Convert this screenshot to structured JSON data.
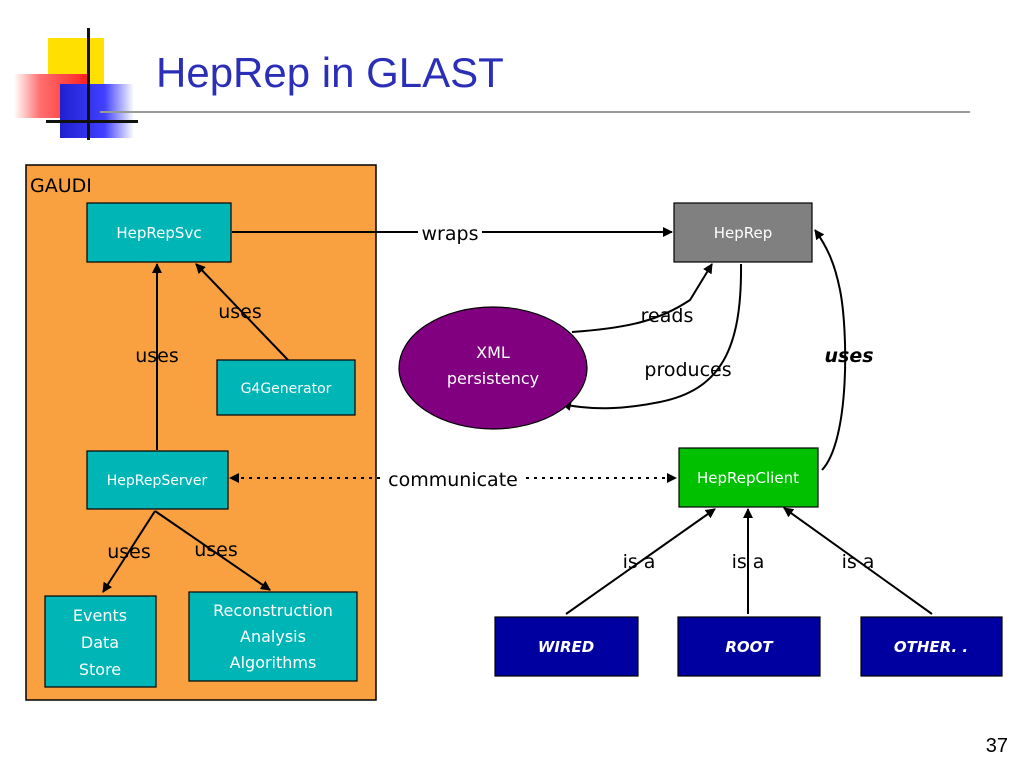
{
  "title": "HepRep in GLAST",
  "page_number": "37",
  "diagram": {
    "container_label": "GAUDI",
    "nodes": {
      "heprepsvc": "HepRepSvc",
      "heprep": "HepRep",
      "g4generator": "G4Generator",
      "xml_line1": "XML",
      "xml_line2": "persistency",
      "heprepserver": "HepRepServer",
      "heprepclient": "HepRepClient",
      "events_line1": "Events",
      "events_line2": "Data",
      "events_line3": "Store",
      "reco_line1": "Reconstruction",
      "reco_line2": "Analysis",
      "reco_line3": "Algorithms",
      "wired": "WIRED",
      "root": "ROOT",
      "other": "OTHER. ."
    },
    "edges": {
      "wraps": "wraps",
      "uses_g4": "uses",
      "uses_server": "uses",
      "reads": "reads",
      "produces": "produces",
      "uses_client": "uses",
      "communicate": "communicate",
      "uses_events": "uses",
      "uses_reco": "uses",
      "isa_wired": "is a",
      "isa_root": "is a",
      "isa_other": "is a"
    },
    "colors": {
      "gaudi_fill": "#f9a040",
      "teal": "#00b5b5",
      "heprep_gray": "#808080",
      "xml_purple": "#800080",
      "client_green": "#00c000",
      "client_blue": "#0000a0"
    }
  }
}
